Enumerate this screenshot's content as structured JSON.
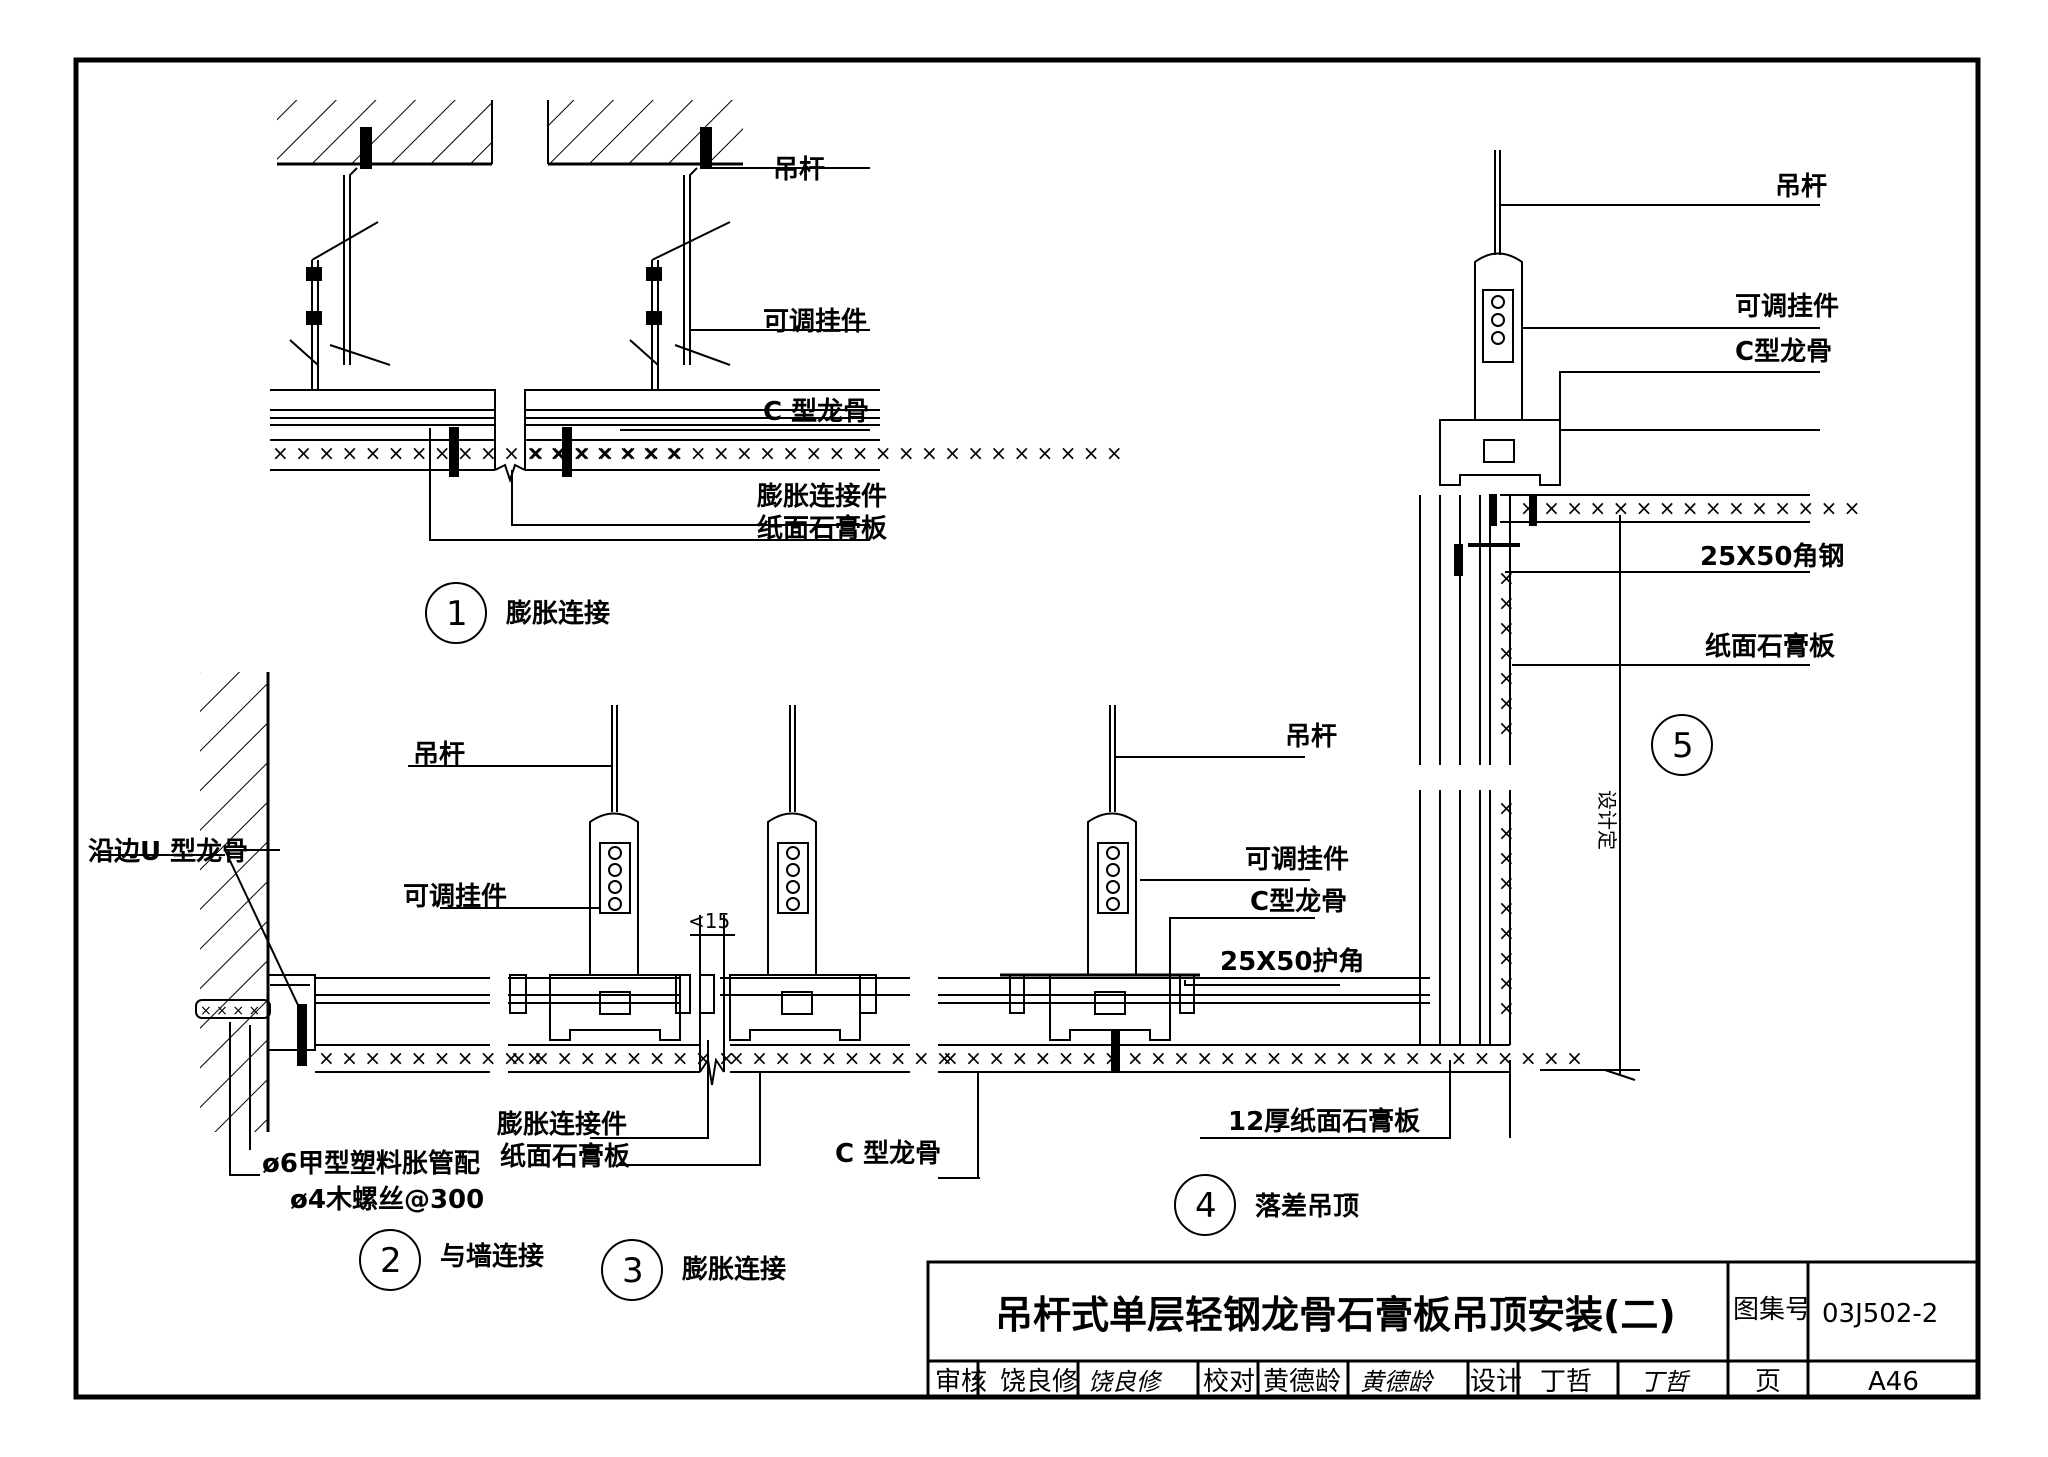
{
  "labels": {
    "rod": "吊杆",
    "adjustable_hanger": "可调挂件",
    "c_keel": "C型龙骨",
    "c_keel_spaced": "C 型龙骨",
    "expansion_connector": "膨胀连接件",
    "gypsum_board": "纸面石膏板",
    "u_keel": "沿边U 型龙骨",
    "plastic_anchor": "ø6甲型塑料胀管配",
    "wood_screw": "ø4木螺丝@300",
    "gap": "<15",
    "corner_guard": "25X50护角",
    "angle_steel": "25X50角钢",
    "board_12": "12厚纸面石膏板",
    "design_height": "设计定"
  },
  "details": [
    {
      "num": "1",
      "caption": "膨胀连接"
    },
    {
      "num": "2",
      "caption": "与墙连接"
    },
    {
      "num": "3",
      "caption": "膨胀连接"
    },
    {
      "num": "4",
      "caption": "落差吊顶"
    },
    {
      "num": "5",
      "caption": ""
    }
  ],
  "title_block": {
    "title": "吊杆式单层轻钢龙骨石膏板吊顶安装(二)",
    "atlas_label": "图集号",
    "atlas_no": "03J502-2",
    "review_label": "审核",
    "reviewer": "饶良修",
    "check_label": "校对",
    "checker": "黄德龄",
    "design_label": "设计",
    "designer": "丁哲",
    "page_label": "页",
    "page_no": "A46"
  }
}
